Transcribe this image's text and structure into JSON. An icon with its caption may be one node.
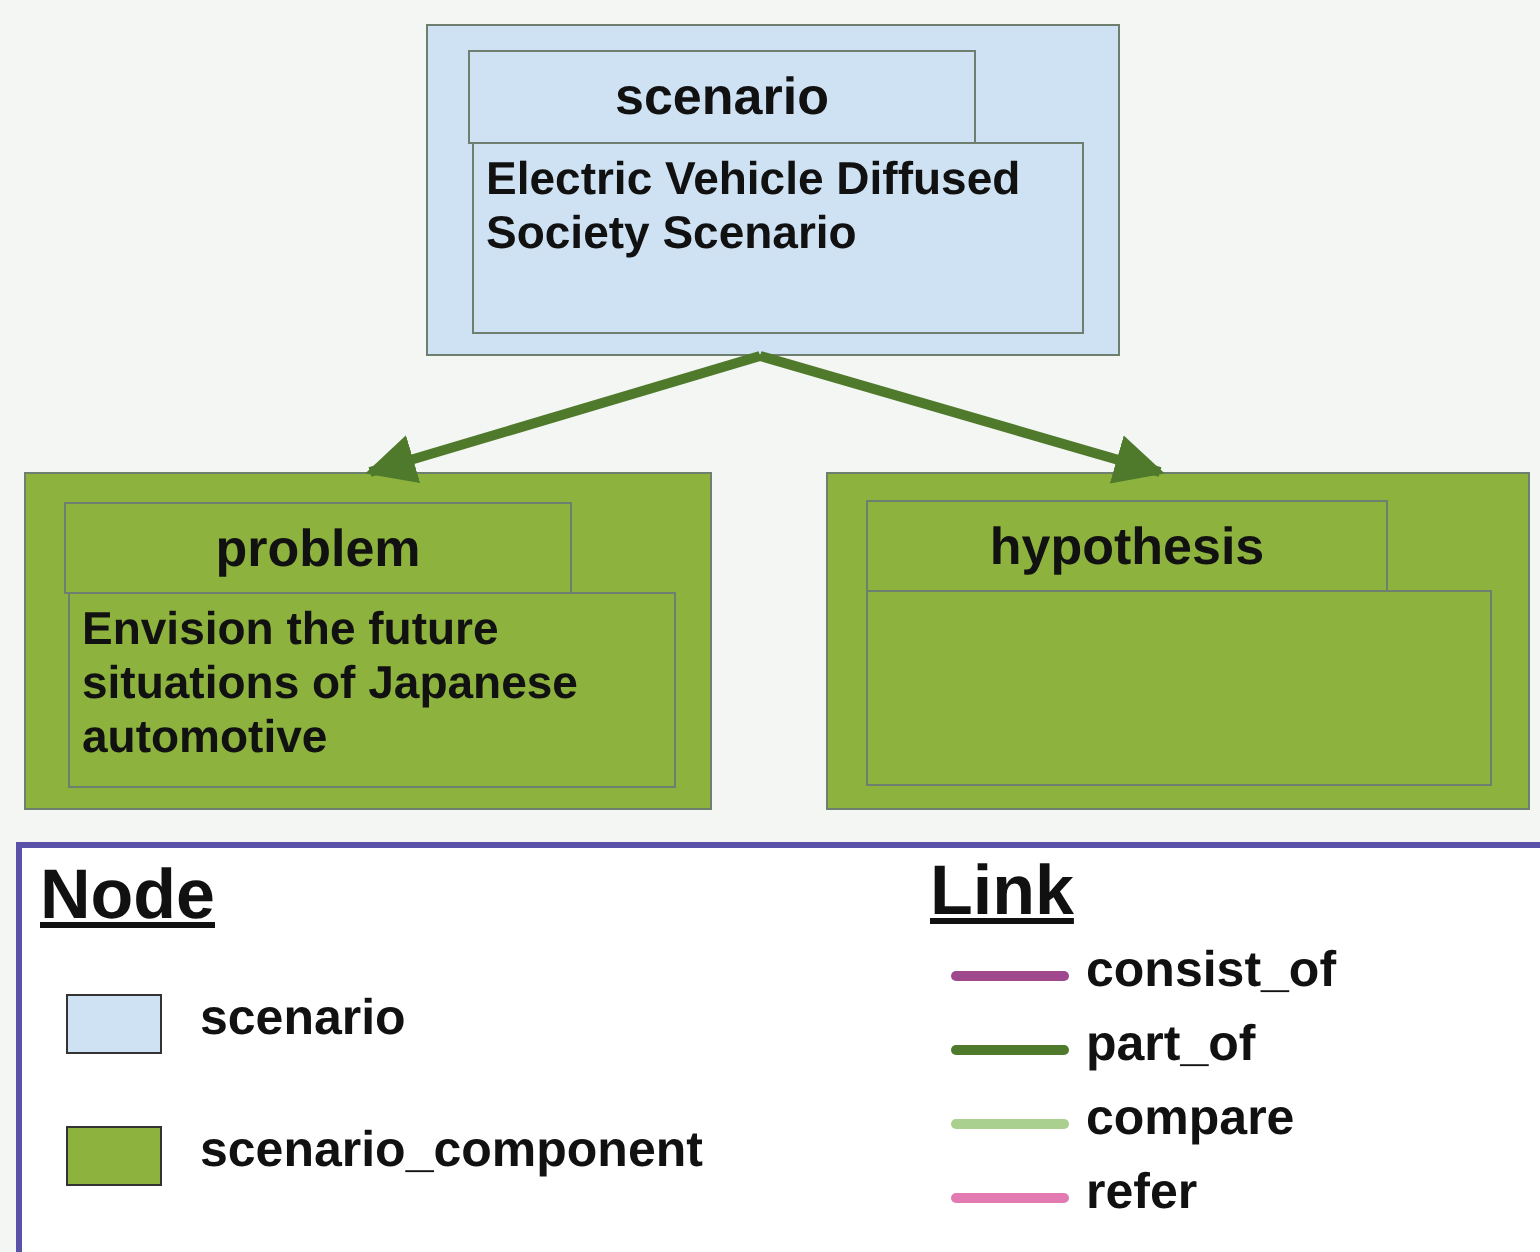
{
  "diagram": {
    "nodes": [
      {
        "text": [
          "scenario",
          "Electric Vehicle Diffused Society Scenario"
        ]
      },
      {
        "text": [
          "problem",
          "Envision the future situations of Japanese automotive"
        ]
      },
      {
        "text": [
          "hypothesis"
        ]
      }
    ],
    "edges": [
      {
        "from": 0,
        "to": 1,
        "arrow": "to"
      },
      {
        "from": 0,
        "to": 2,
        "arrow": "to"
      }
    ],
    "labels": [
      "Node",
      "Link"
    ],
    "legend": [
      {
        "text": "scenario",
        "color": "#cfe2f3"
      },
      {
        "text": "scenario_component",
        "color": "#8db33e"
      },
      {
        "text": "consist_of"
      },
      {
        "text": "part_of"
      },
      {
        "text": "compare"
      },
      {
        "text": "refer"
      }
    ]
  }
}
